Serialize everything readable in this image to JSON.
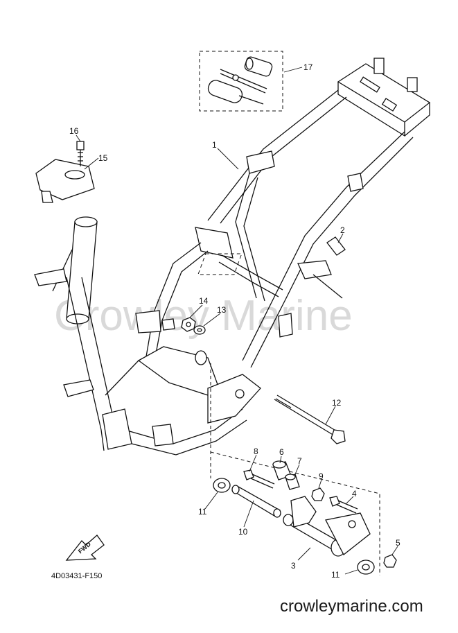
{
  "diagram": {
    "code": "4D03431-F150",
    "watermark": "Crowley Marine",
    "footer": "crowleymarine.com",
    "fwd_label": "FWD",
    "callouts": [
      {
        "id": "c1",
        "label": "1"
      },
      {
        "id": "c2",
        "label": "2"
      },
      {
        "id": "c3",
        "label": "3"
      },
      {
        "id": "c4",
        "label": "4"
      },
      {
        "id": "c5",
        "label": "5"
      },
      {
        "id": "c6",
        "label": "6"
      },
      {
        "id": "c7",
        "label": "7"
      },
      {
        "id": "c8",
        "label": "8"
      },
      {
        "id": "c9",
        "label": "9"
      },
      {
        "id": "c10",
        "label": "10"
      },
      {
        "id": "c11a",
        "label": "11"
      },
      {
        "id": "c11b",
        "label": "11"
      },
      {
        "id": "c12",
        "label": "12"
      },
      {
        "id": "c13",
        "label": "13"
      },
      {
        "id": "c14",
        "label": "14"
      },
      {
        "id": "c15",
        "label": "15"
      },
      {
        "id": "c16",
        "label": "16"
      },
      {
        "id": "c17",
        "label": "17"
      }
    ]
  }
}
